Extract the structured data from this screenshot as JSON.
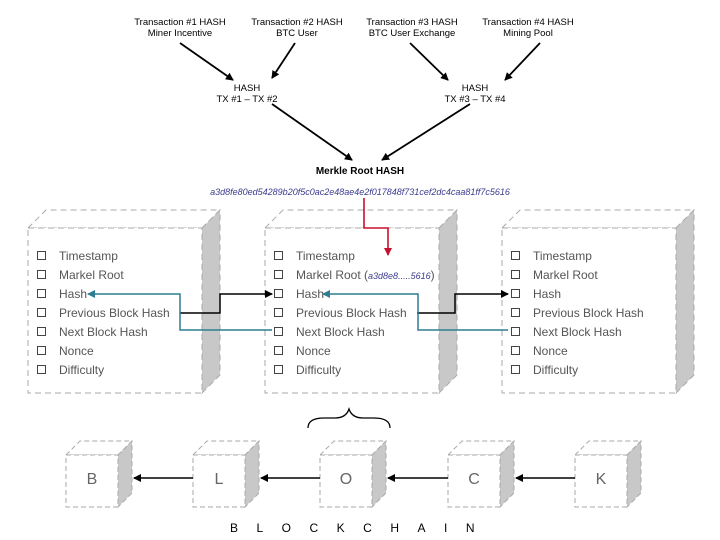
{
  "transactions": [
    {
      "title": "Transaction #1 HASH",
      "subtitle": "Miner Incentive"
    },
    {
      "title": "Transaction #2 HASH",
      "subtitle": "BTC User"
    },
    {
      "title": "Transaction #3 HASH",
      "subtitle": "BTC User Exchange"
    },
    {
      "title": "Transaction #4 HASH",
      "subtitle": "Mining Pool"
    }
  ],
  "intermediate_hashes": [
    {
      "title": "HASH",
      "subtitle": "TX #1 – TX #2"
    },
    {
      "title": "HASH",
      "subtitle": "TX #3 – TX #4"
    }
  ],
  "merkle_root": {
    "title": "Merkle Root HASH",
    "hash": "a3d8fe80ed54289b20f5c0ac2e48ae4e2f017848f731cef2dc4caa81ff7c5616"
  },
  "block_fields": [
    "Timestamp",
    "Markel Root",
    "Hash",
    "Previous Block Hash",
    "Next Block Hash",
    "Nonce",
    "Difficulty"
  ],
  "middle_merkle_ref": "a3d8e8.....5616",
  "chain_letters": [
    "B",
    "L",
    "O",
    "C",
    "K"
  ],
  "blockchain_label": "BLOCKCHAIN",
  "colors": {
    "merkle_arrow": "#c8102e",
    "hash_link": "#2e7d92",
    "cube_side": "#c8c8c8",
    "cube_border": "#aaaaaa"
  }
}
